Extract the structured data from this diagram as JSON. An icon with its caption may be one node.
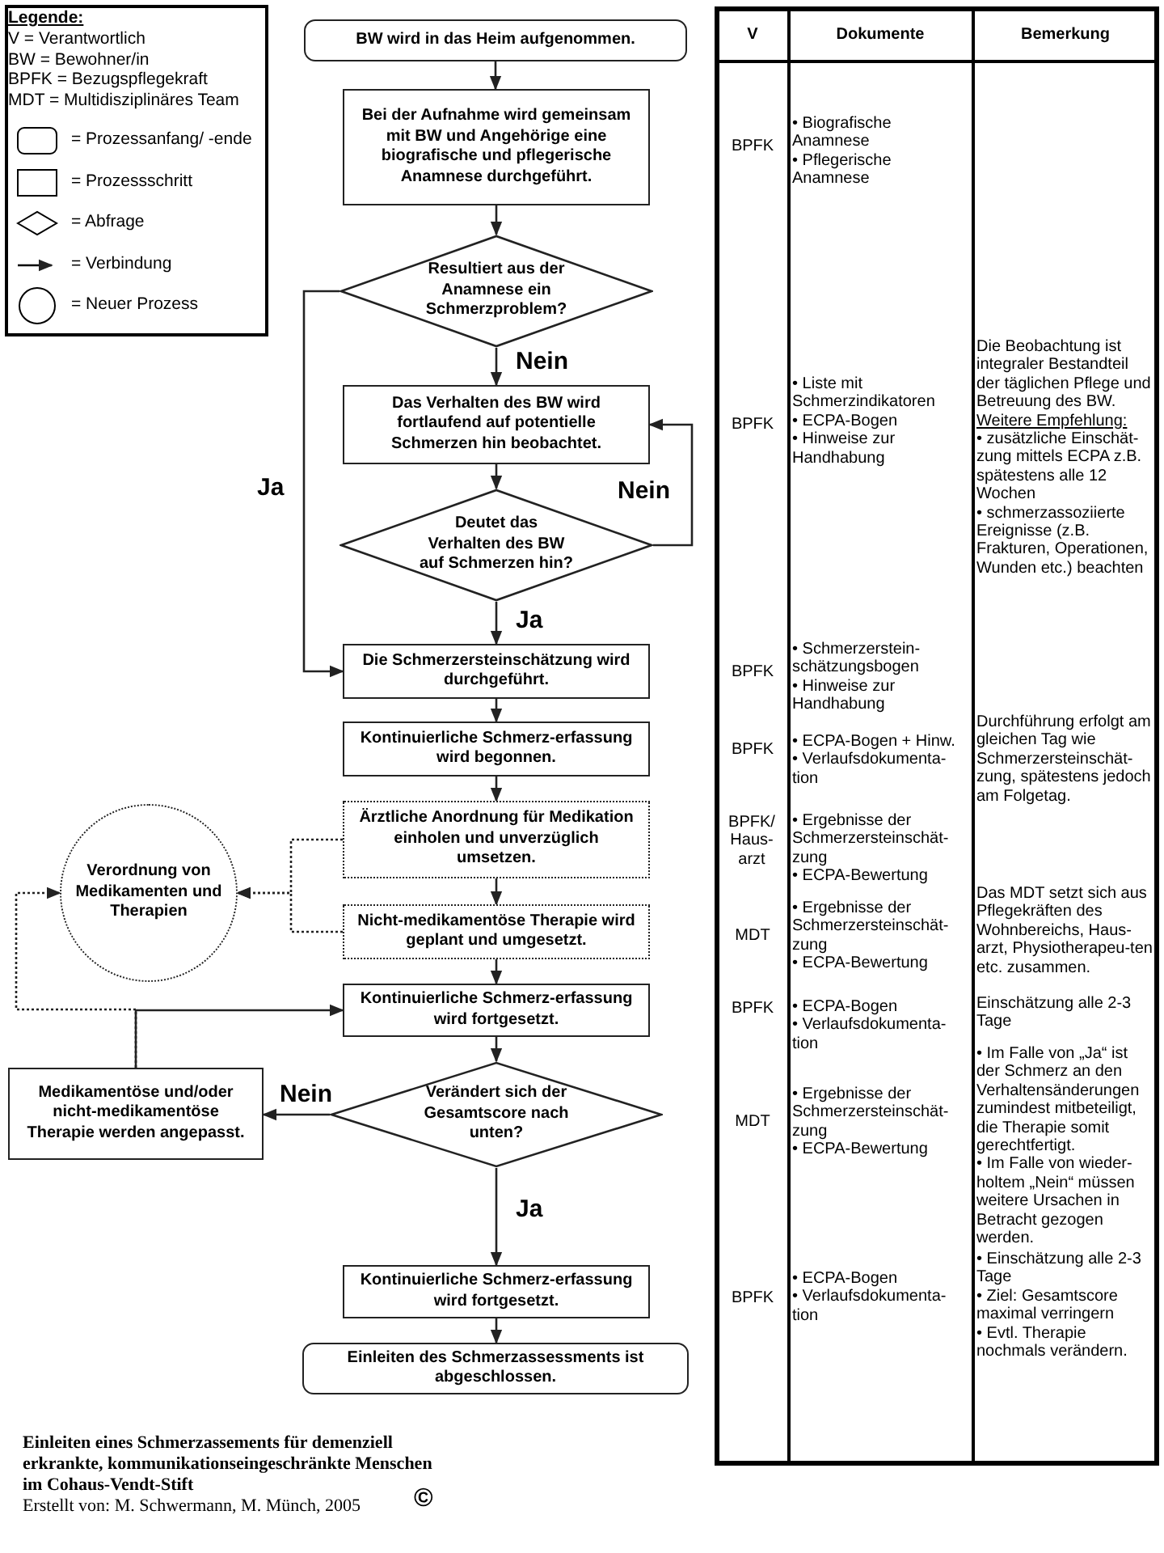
{
  "diagram": {
    "caption": "Einleiten eines Schmerzassements für demenziell erkrankte, kommunikationseingeschränkte Menschen im Cohaus-Vendt-Stift",
    "nodes": [
      {
        "text": [
          "BW wird in das Heim aufgenommen."
        ]
      },
      {
        "text": [
          "Bei der Aufnahme wird gemeinsam mit BW und Angehörige eine biografische und pflegerische Anamnese durchgeführt."
        ]
      },
      {
        "text": [
          "Resultiert aus der Anamnese ein Schmerzproblem?"
        ]
      },
      {
        "text": [
          "Das Verhalten des BW wird fortlaufend auf potentielle Schmerzen hin beobachtet."
        ]
      },
      {
        "text": [
          "Deutet das Verhalten des BW auf Schmerzen hin?"
        ]
      },
      {
        "text": [
          "Die Schmerzersteinschätzung wird durchgeführt."
        ]
      },
      {
        "text": [
          "Kontinuierliche Schmerz-erfassung wird begonnen."
        ]
      },
      {
        "text": [
          "Ärztliche Anordnung für Medikation einholen und unverzüglich umsetzen."
        ]
      },
      {
        "text": [
          "Nicht-medikamentöse Therapie wird geplant und umgesetzt."
        ]
      },
      {
        "text": [
          "Verordnung von Medikamenten und Therapien"
        ]
      },
      {
        "text": [
          "Kontinuierliche Schmerz-erfassung wird fortgesetzt."
        ]
      },
      {
        "text": [
          "Verändert sich der Gesamtscore nach unten?"
        ]
      },
      {
        "text": [
          "Medikamentöse und/oder nicht-medikamentöse Therapie werden angepasst."
        ]
      },
      {
        "text": [
          "Kontinuierliche Schmerz-erfassung wird fortgesetzt."
        ]
      },
      {
        "text": [
          "Einleiten des Schmerzassessments ist abgeschlossen."
        ]
      }
    ],
    "edges": [
      {
        "from": 0,
        "to": 1,
        "arrow": "to"
      },
      {
        "from": 1,
        "to": 2,
        "arrow": "to"
      },
      {
        "from": 2,
        "to": 3,
        "arrow": "to",
        "label": "Nein"
      },
      {
        "from": 2,
        "to": 5,
        "arrow": "to",
        "label": "Ja"
      },
      {
        "from": 3,
        "to": 4,
        "arrow": "to"
      },
      {
        "from": 4,
        "to": 3,
        "arrow": "to",
        "label": "Nein"
      },
      {
        "from": 4,
        "to": 5,
        "arrow": "to",
        "label": "Ja"
      },
      {
        "from": 5,
        "to": 6,
        "arrow": "to"
      },
      {
        "from": 6,
        "to": 7,
        "arrow": "to"
      },
      {
        "from": 7,
        "to": 8,
        "arrow": "to"
      },
      {
        "from": 7,
        "to": 9,
        "arrow": "to",
        "style": "dashed"
      },
      {
        "from": 8,
        "to": 9,
        "arrow": "to",
        "style": "dashed"
      },
      {
        "from": 8,
        "to": 10,
        "arrow": "to"
      },
      {
        "from": 10,
        "to": 11,
        "arrow": "to"
      },
      {
        "from": 11,
        "to": 12,
        "arrow": "to",
        "label": "Nein"
      },
      {
        "from": 12,
        "to": 10,
        "arrow": "to"
      },
      {
        "from": 12,
        "to": 9,
        "arrow": "to",
        "style": "dashed"
      },
      {
        "from": 11,
        "to": 13,
        "arrow": "to",
        "label": "Ja"
      },
      {
        "from": 13,
        "to": 14,
        "arrow": "to"
      }
    ],
    "labels": [
      "Legende:",
      "V = Verantwortlich",
      "BW = Bewohner/in",
      "BPFK = Bezugspflegekraft",
      "MDT = Multidisziplinäres Team",
      "V",
      "Dokumente",
      "Bemerkung",
      "BPFK",
      "• Biografische Anamnese",
      "• Pflegerische Anamnese",
      "Die Beobachtung ist integraler Bestandteil der täglichen Pflege und Betreuung des BW.",
      "Weitere Empfehlung:",
      "• zusätzliche Einschät-zung mittels ECPA z.B. spätestens alle 12 Wochen",
      "• schmerzassoziierte Ereignisse (z.B. Frakturen, Operationen, Wunden etc.) beachten",
      "BPFK",
      "• Liste mit Schmerzindikatoren",
      "• ECPA-Bogen",
      "• Hinweise zur Handhabung",
      "BPFK",
      "• Schmerzerstein-schätzungsbogen",
      "• Hinweise zur Handhabung",
      "Durchführung erfolgt am gleichen Tag wie Schmerzersteinschät-zung, spätestens jedoch am Folgetag.",
      "BPFK",
      "• ECPA-Bogen + Hinw.",
      "• Verlaufsdokumenta-tion",
      "BPFK/ Haus-arzt",
      "• Ergebnisse der Schmerzersteinschät-zung",
      "• ECPA-Bewertung",
      "Das MDT setzt sich aus Pflegekräften des Wohnbereichs, Haus-arzt, Physiotherapeu-ten etc. zusammen.",
      "MDT",
      "• Ergebnisse der Schmerzersteinschät-zung",
      "• ECPA-Bewertung",
      "BPFK",
      "• ECPA-Bogen",
      "• Verlaufsdokumenta-tion",
      "Einschätzung alle 2-3 Tage",
      "• Im Falle von „Ja“ ist der Schmerz an den Verhaltensänderungen zumindest mitbeteiligt, die Therapie somit gerechtfertigt.",
      "• Im Falle von wieder-holtem „Nein“ müssen weitere Ursachen in Betracht gezogen werden.",
      "MDT",
      "• Ergebnisse der Schmerzersteinschät-zung",
      "• ECPA-Bewertung",
      "• Einschätzung alle 2-3 Tage",
      "• Ziel: Gesamtscore maximal verringern",
      "• Evtl. Therapie nochmals verändern.",
      "BPFK",
      "• ECPA-Bogen",
      "• Verlaufsdokumenta-tion",
      "Erstellt von: M. Schwermann, M. Münch, 2005",
      "©"
    ],
    "legend": [
      {
        "text": "= Prozessanfang/ -ende"
      },
      {
        "text": "= Prozessschritt"
      },
      {
        "text": "= Abfrage"
      },
      {
        "text": "= Verbindung"
      },
      {
        "text": "= Neuer Prozess"
      }
    ]
  }
}
